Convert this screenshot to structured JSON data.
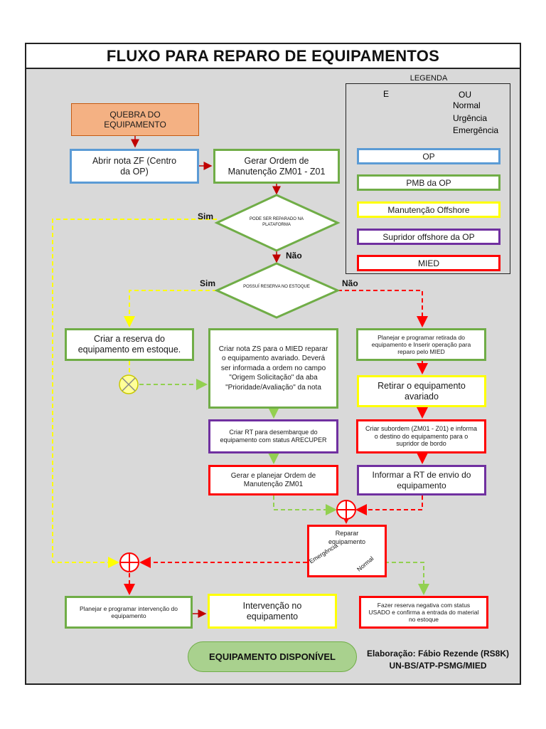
{
  "title": "FLUXO PARA REPARO DE EQUIPAMENTOS",
  "legend": {
    "heading": "LEGENDA",
    "and_label": "E",
    "or_label": "OU",
    "lines": [
      {
        "label": "Normal",
        "color": "#92d050"
      },
      {
        "label": "Urgência",
        "color": "#ffff00"
      },
      {
        "label": "Emergência",
        "color": "#ff0000"
      }
    ],
    "boxes": [
      {
        "label": "OP",
        "color": "#5b9bd5"
      },
      {
        "label": "PMB da OP",
        "color": "#70ad47"
      },
      {
        "label": "Manutenção Offshore",
        "color": "#ffff00"
      },
      {
        "label": "Supridor offshore da OP",
        "color": "#7030a0"
      },
      {
        "label": "MIED",
        "color": "#ff0000"
      }
    ]
  },
  "nodes": {
    "start": "QUEBRA DO EQUIPAMENTO",
    "abrir_nota": "Abrir nota ZF (Centro da OP)",
    "gerar_ordem": "Gerar Ordem de Manutenção ZM01 - Z01",
    "decision1": "PODE SER REPARADO NA PLATAFORMA",
    "decision2": "POSSUÍ RESERVA NO ESTOQUE",
    "criar_reserva": "Criar a reserva do equipamento em estoque.",
    "criar_nota_zs": "Criar nota ZS para o MIED reparar o equipamento avariado. Deverá ser informada a ordem no campo \"Origem Solicitação\" da aba \"Prioridade/Avaliação\" da nota",
    "planejar_retirada": "Planejar e programar retirada do equipamento e Inserir operação para reparo pelo MIED",
    "retirar": "Retirar o equipamento avariado",
    "criar_rt": "Criar RT para desembarque do equipamento com status ARECUPER",
    "criar_subordem": "Criar subordem (ZM01 - Z01) e informa o destino do equipamento para o supridor de bordo",
    "gerar_planejar": "Gerar e planejar Ordem de Manutenção ZM01",
    "informar_rt": "Informar a RT de envio do equipamento",
    "reparar": "Reparar equipamento",
    "emergencia": "Emergência",
    "normal": "Normal",
    "planejar_intervencao": "Planejar e programar intervenção do equipamento",
    "intervencao": "Intervenção no equipamento",
    "reserva_negativa": "Fazer reserva negativa com status USADO e confirma a entrada do material no estoque",
    "disponivel": "EQUIPAMENTO DISPONÍVEL"
  },
  "branch_labels": {
    "d1_yes": "Sim",
    "d1_no": "Não",
    "d2_yes": "Sim",
    "d2_no": "Não"
  },
  "credit": "Elaboração: Fábio Rezende (RS8K) UN-BS/ATP-PSMG/MIED",
  "colors": {
    "normal": "#92d050",
    "urgencia": "#ffff00",
    "emergencia": "#ff0000",
    "solid_arrow": "#c00000",
    "start_fill": "#f4b183"
  }
}
